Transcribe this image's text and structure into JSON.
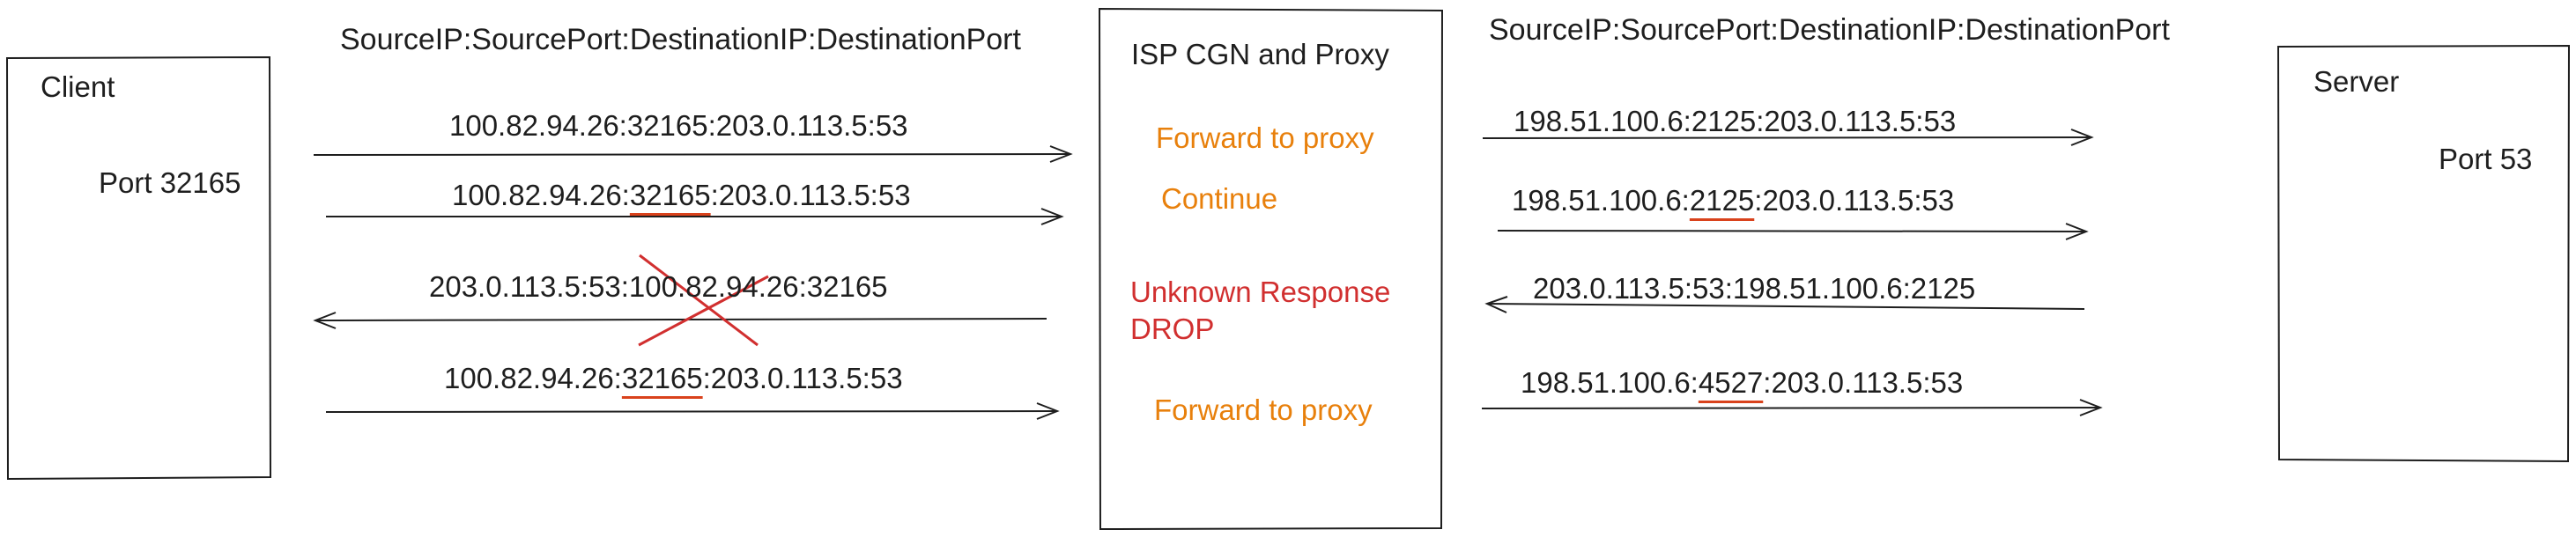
{
  "nodes": {
    "client": {
      "title": "Client",
      "port": "Port 32165"
    },
    "proxy": {
      "title": "ISP CGN and Proxy"
    },
    "server": {
      "title": "Server",
      "port": "Port 53"
    }
  },
  "headers": {
    "left": "SourceIP:SourcePort:DestinationIP:DestinationPort",
    "right": "SourceIP:SourcePort:DestinationIP:DestinationPort"
  },
  "left_flows": [
    {
      "pre": "100.82.94.26:32165:203.0.113.5:53",
      "hl": "",
      "post": "",
      "direction": "to-proxy"
    },
    {
      "pre": "100.82.94.26:",
      "hl": "32165",
      "post": ":203.0.113.5:53",
      "direction": "to-proxy"
    },
    {
      "pre": "203.0.113.5:53:100.82.94.26:32165",
      "hl": "",
      "post": "",
      "direction": "to-client",
      "crossed_out": true
    },
    {
      "pre": "100.82.94.26:",
      "hl": "32165",
      "post": ":203.0.113.5:53",
      "direction": "to-proxy"
    }
  ],
  "proxy_actions": [
    {
      "text": "Forward to proxy",
      "color": "#e8800c"
    },
    {
      "text": "Continue",
      "color": "#e8800c"
    },
    {
      "text": "Unknown Response\nDROP",
      "color": "#d12f2f"
    },
    {
      "text": "Forward to proxy",
      "color": "#e8800c"
    }
  ],
  "right_flows": [
    {
      "pre": "198.51.100.6:2125:203.0.113.5:53",
      "hl": "",
      "post": "",
      "direction": "to-server"
    },
    {
      "pre": "198.51.100.6:",
      "hl": "2125",
      "post": ":203.0.113.5:53",
      "direction": "to-server"
    },
    {
      "pre": "203.0.113.5:53:198.51.100.6:2125",
      "hl": "",
      "post": "",
      "direction": "to-proxy"
    },
    {
      "pre": "198.51.100.6:",
      "hl": "4527",
      "post": ":203.0.113.5:53",
      "direction": "to-server"
    }
  ],
  "colors": {
    "stroke": "#1e1e1e",
    "highlight": "#d9421c",
    "cross": "#d12f2f"
  }
}
